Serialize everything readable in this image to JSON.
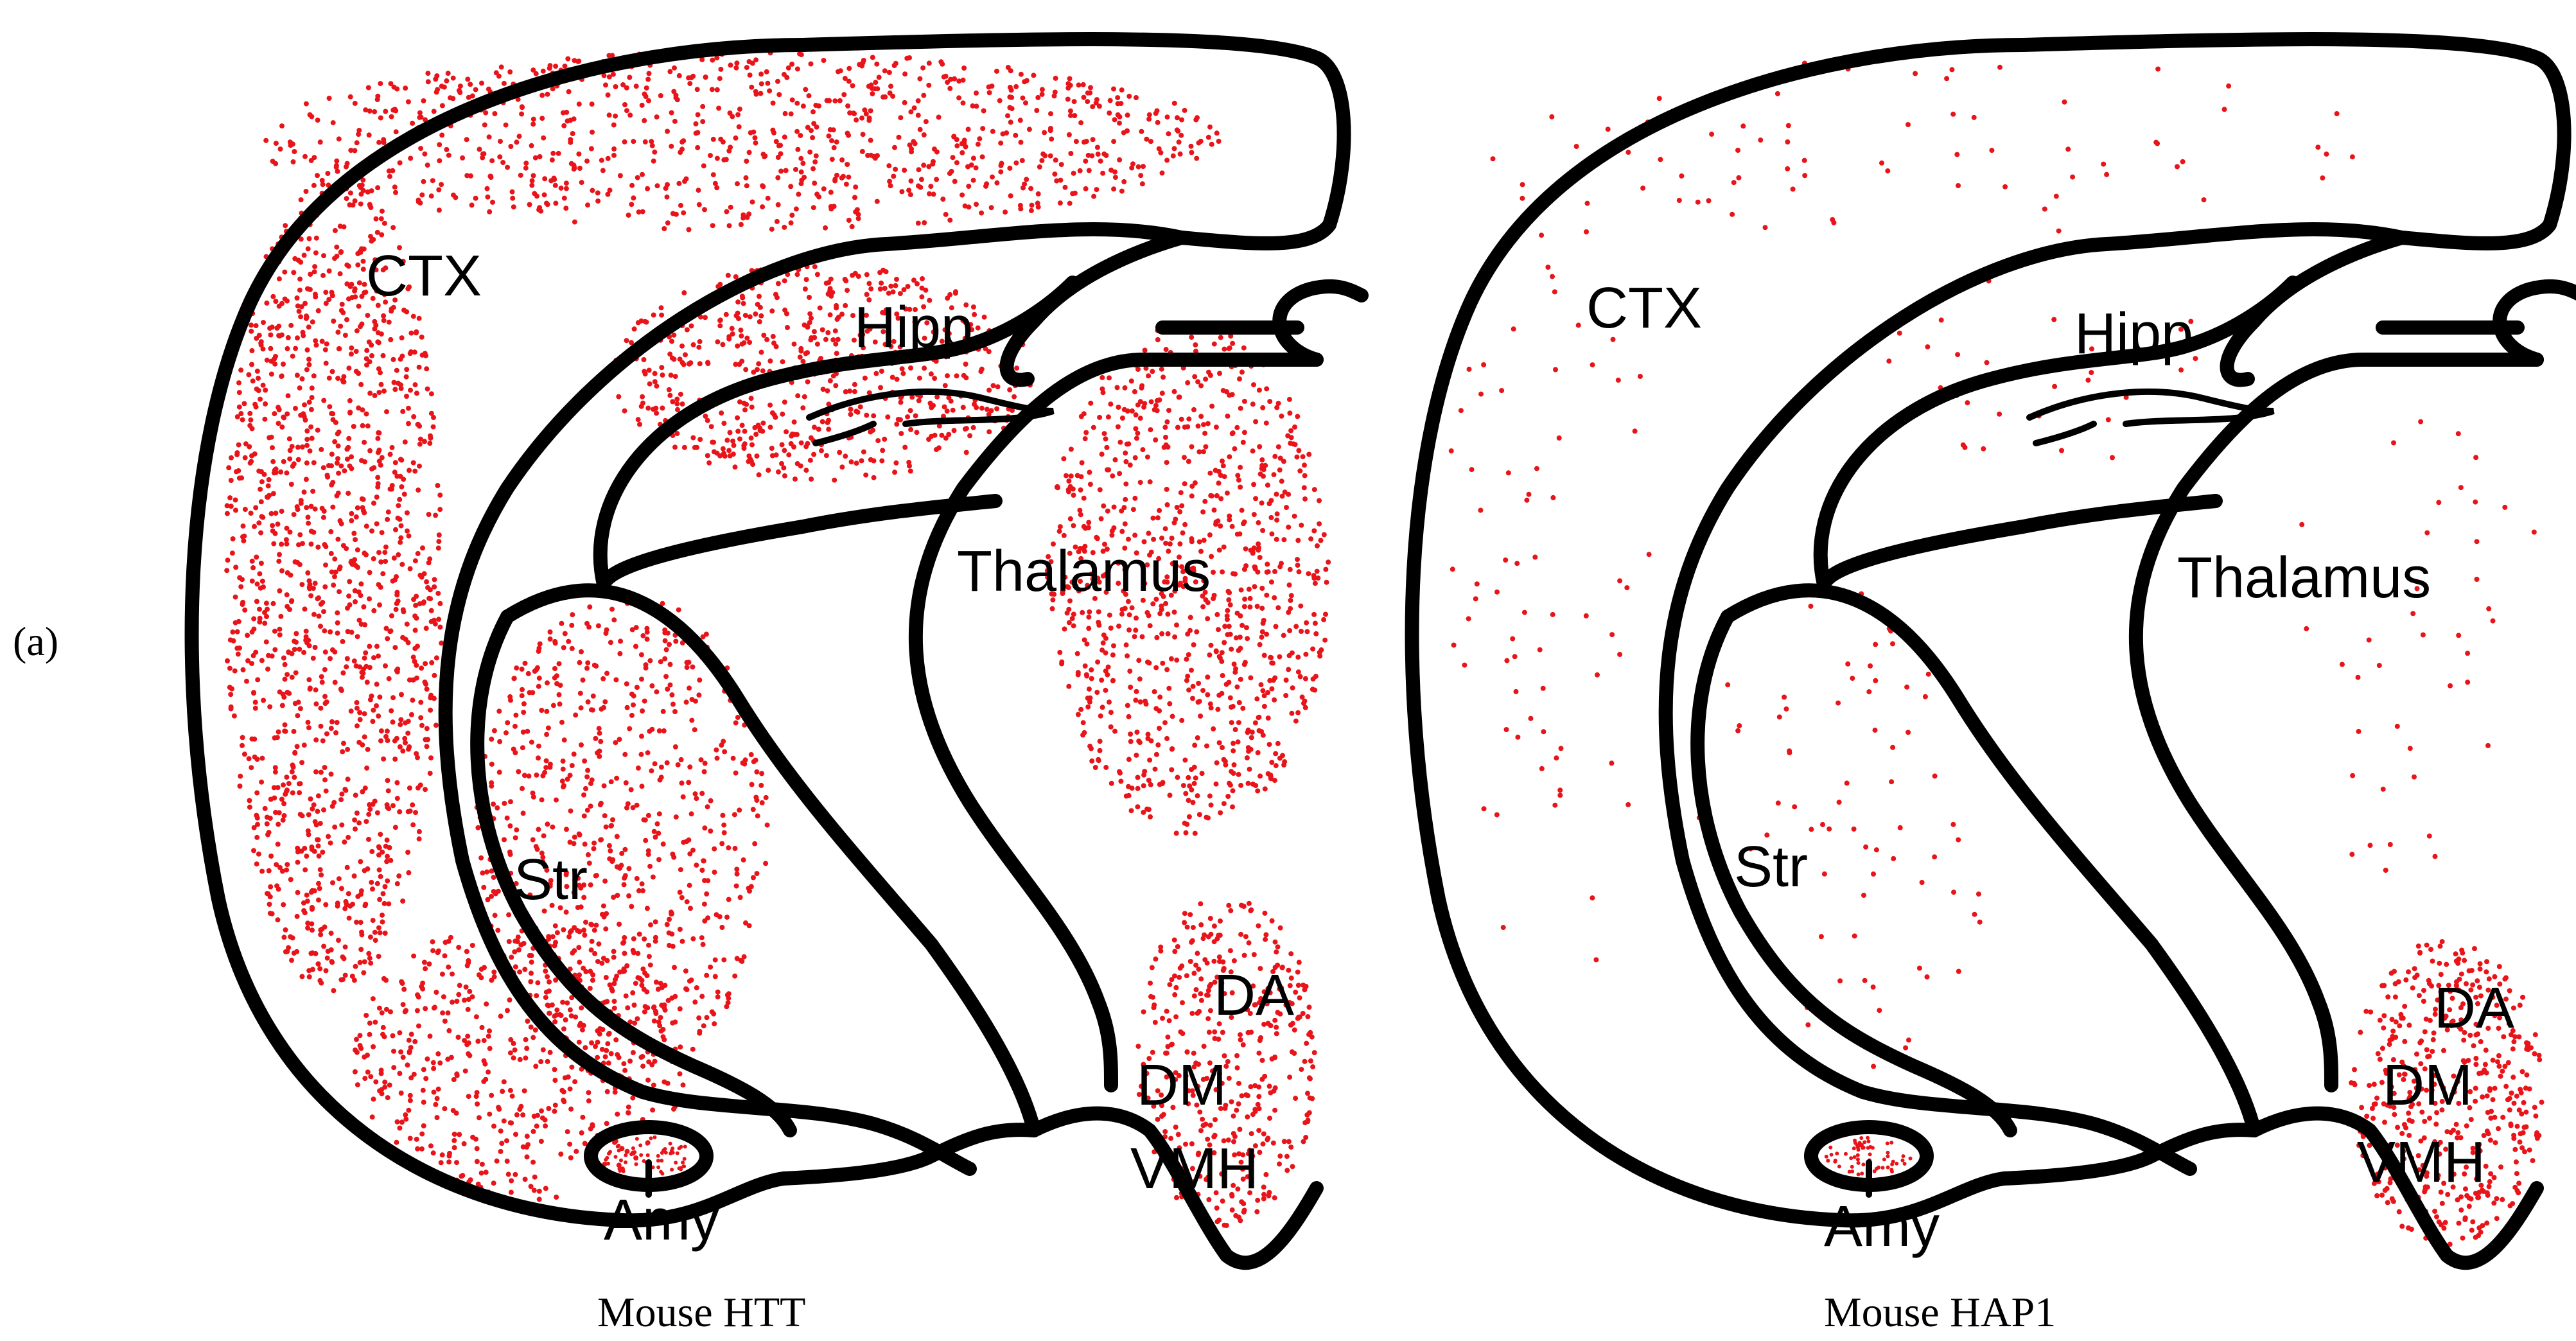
{
  "figure": {
    "panel_label": "(a)",
    "panels": [
      {
        "id": "htt",
        "caption": "Mouse HTT",
        "dot_color": "#e8141a",
        "expression": "widespread, high density across cortex, hippocampus, striatum and thalamus",
        "regions": {
          "ctx": "CTX",
          "hipp": "Hipp",
          "thalamus": "Thalamus",
          "str": "Str",
          "da": "DA",
          "dm": "DM",
          "vmh": "VMH",
          "amy": "Amy"
        }
      },
      {
        "id": "hap1",
        "caption": "Mouse HAP1",
        "dot_color": "#e8141a",
        "expression": "sparse overall, concentrated in hypothalamus (DA, DM, VMH) and amygdala",
        "regions": {
          "ctx": "CTX",
          "hipp": "Hipp",
          "thalamus": "Thalamus",
          "str": "Str",
          "da": "DA",
          "dm": "DM",
          "vmh": "VMH",
          "amy": "Amy"
        }
      }
    ]
  }
}
